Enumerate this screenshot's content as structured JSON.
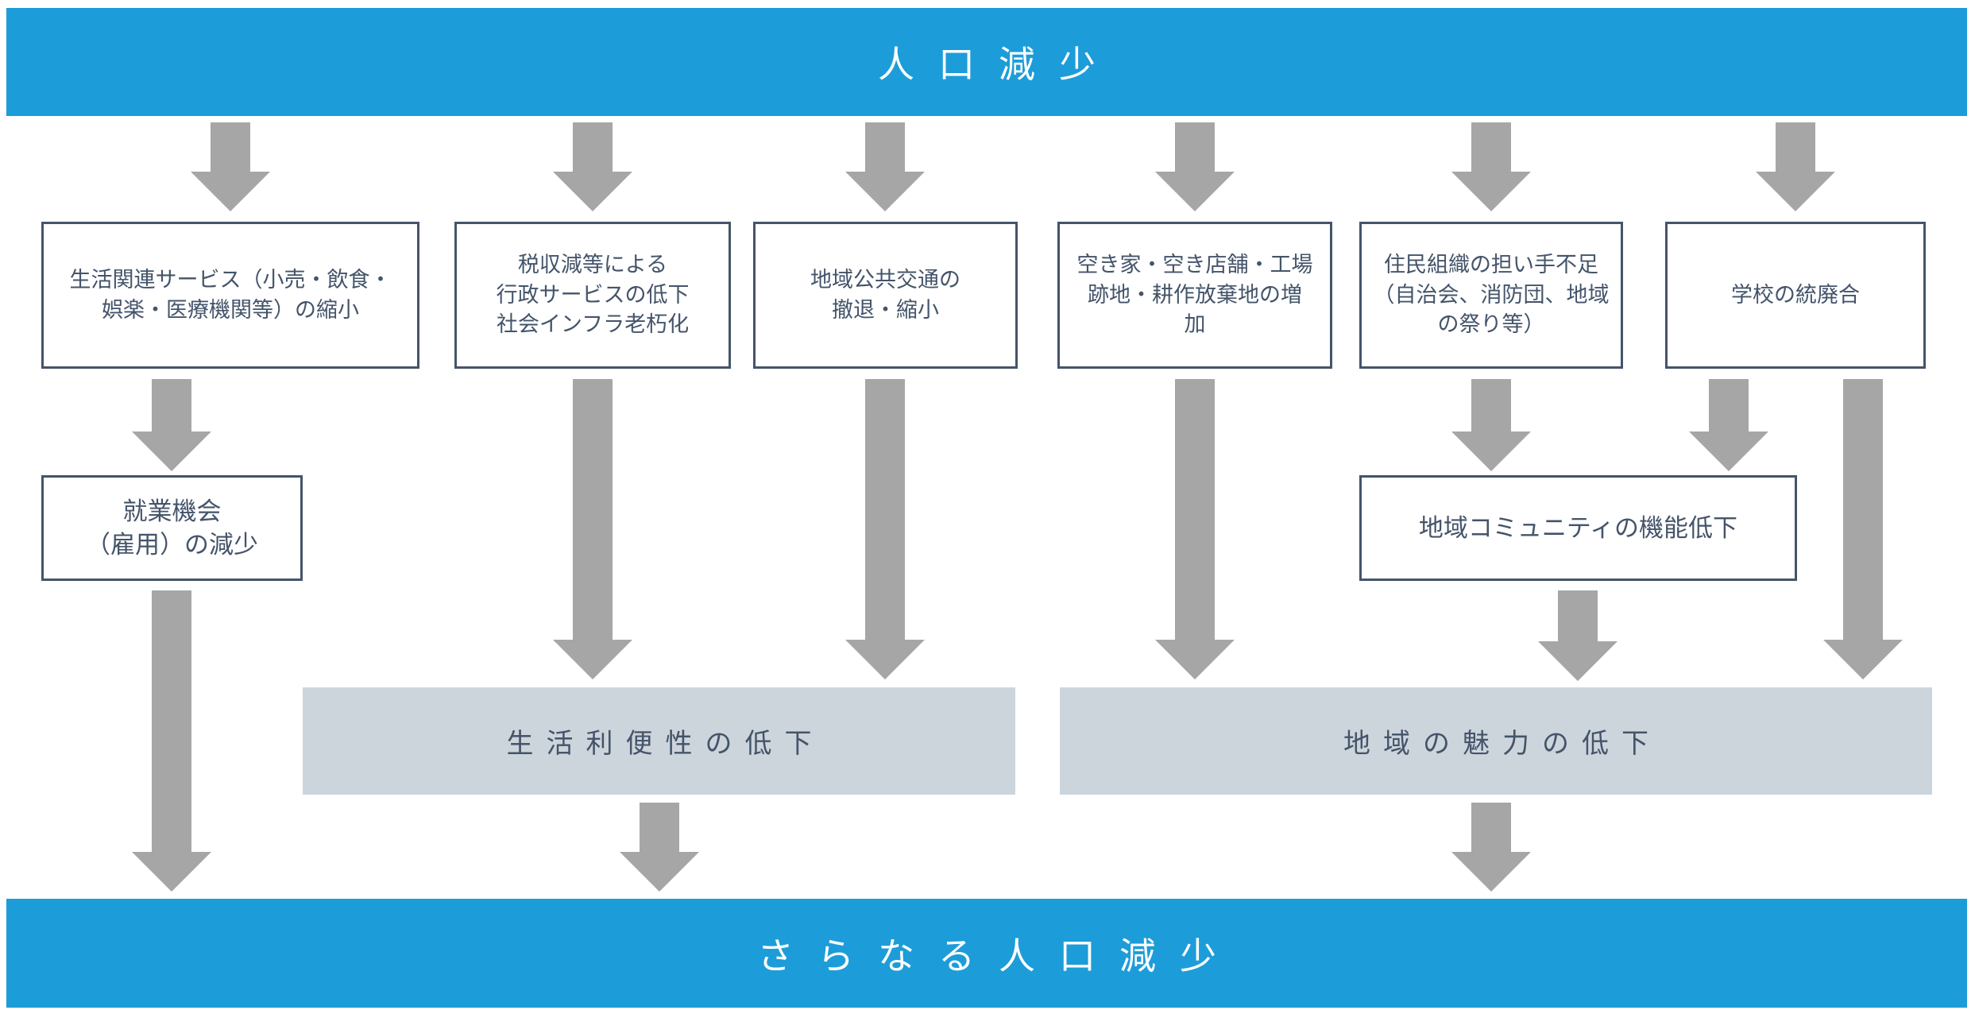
{
  "colors": {
    "banner_blue": "#1C9DD9",
    "arrow_gray": "#A6A6A6",
    "bar_fill": "#CDD5DC",
    "outline_navy": "#44546A",
    "text_navy": "#44546A",
    "banner_text": "#FFFFFF",
    "background": "#FFFFFF"
  },
  "diagram": {
    "type": "flowchart",
    "header": {
      "label": "人口減少"
    },
    "footer": {
      "label": "さらなる人口減少"
    },
    "primary_effects": [
      {
        "id": "life-services",
        "lines": [
          "生活関連サービス（小売・飲食・",
          "娯楽・医療機関等）の縮小"
        ]
      },
      {
        "id": "tax-revenue",
        "lines": [
          "税収減等による",
          "行政サービスの低下",
          "社会インフラ老朽化"
        ]
      },
      {
        "id": "public-transport",
        "lines": [
          "地域公共交通の",
          "撤退・縮小"
        ]
      },
      {
        "id": "vacant-properties",
        "lines": [
          "空き家・空き店舗・工場",
          "跡地・耕作放棄地の増",
          "加"
        ]
      },
      {
        "id": "resident-organizations",
        "lines": [
          "住民組織の担い手不足",
          "（自治会、消防団、地域",
          "の祭り等）"
        ]
      },
      {
        "id": "school-consolidation",
        "lines": [
          "学校の統廃合"
        ]
      }
    ],
    "secondary_effects": [
      {
        "id": "employment",
        "lines": [
          "就業機会",
          "（雇用）の減少"
        ]
      },
      {
        "id": "community-function",
        "lines": [
          "地域コミュニティの機能低下"
        ]
      }
    ],
    "outcomes": [
      {
        "id": "living-convenience",
        "label": "生活利便性の低下"
      },
      {
        "id": "regional-attractiveness",
        "label": "地域の魅力の低下"
      }
    ]
  }
}
